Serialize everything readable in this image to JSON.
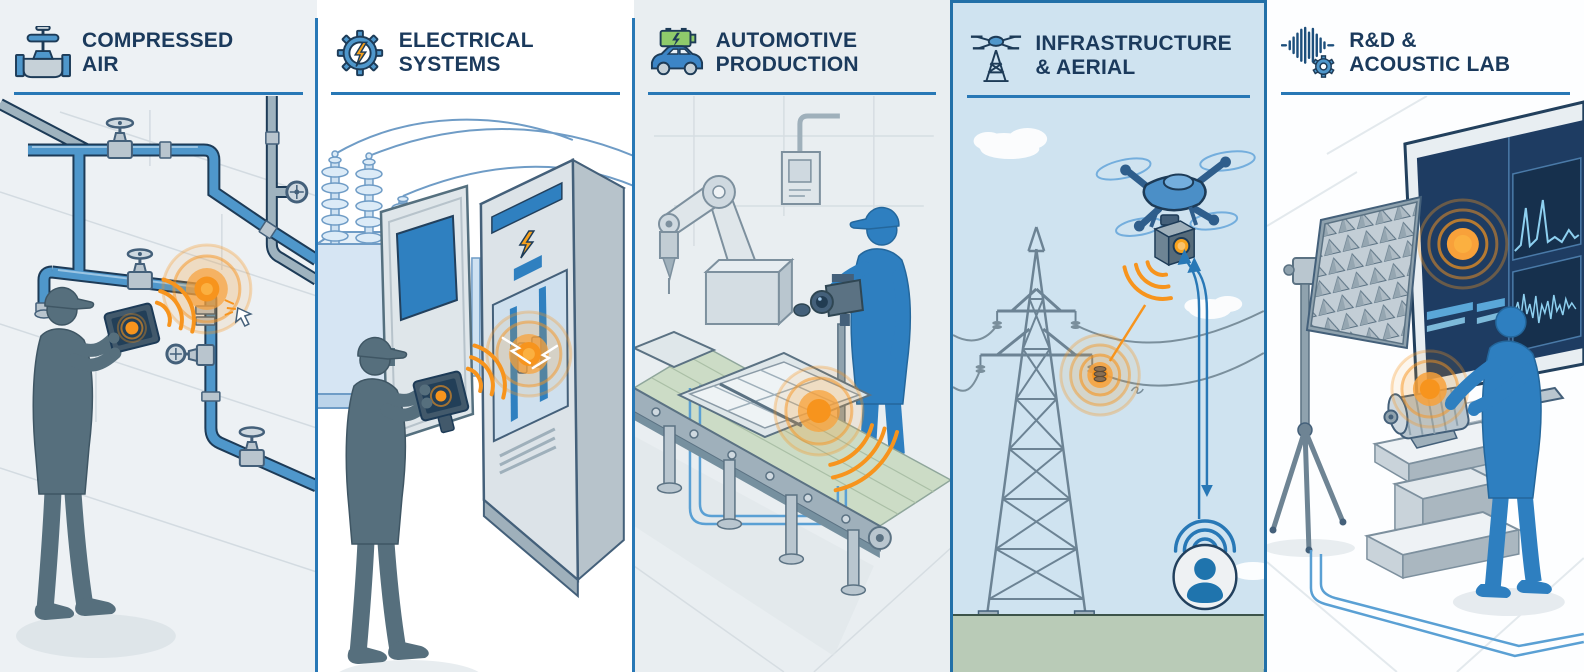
{
  "panels": [
    {
      "id": "compressed-air",
      "icon": "valve-icon",
      "title_line1": "COMPRESSED",
      "title_line2": "AIR",
      "scene_elements": [
        "pipe-network",
        "valves",
        "leak-glow",
        "ultrasound-waves",
        "handheld-acoustic-camera",
        "technician-silhouette"
      ]
    },
    {
      "id": "electrical-systems",
      "icon": "gear-lightning-icon",
      "title_line1": "ELECTRICAL",
      "title_line2": "SYSTEMS",
      "scene_elements": [
        "power-lines",
        "transformer",
        "switchgear-cabinet",
        "partial-discharge-glow",
        "ultrasound-waves",
        "handheld-acoustic-camera",
        "technician-silhouette"
      ]
    },
    {
      "id": "automotive-production",
      "icon": "battery-car-icon",
      "title_line1": "AUTOMOTIVE",
      "title_line2": "PRODUCTION",
      "scene_elements": [
        "robot-arm",
        "control-box",
        "conveyor-belt",
        "ev-battery-pack",
        "leak-glow",
        "ultrasound-waves",
        "fixed-acoustic-camera",
        "worker-silhouette"
      ]
    },
    {
      "id": "infrastructure-aerial",
      "icon": "drone-tower-icon",
      "title_line1": "INFRASTRUCTURE",
      "title_line2": "& AERIAL",
      "scene_elements": [
        "sky",
        "clouds",
        "inspection-drone",
        "acoustic-sensor-pod",
        "transmission-tower",
        "power-lines",
        "corona-discharge-glow",
        "telemetry-arrows",
        "ground-operator-badge"
      ]
    },
    {
      "id": "rd-acoustic-lab",
      "icon": "waveform-gear-icon",
      "title_line1": "R&D &",
      "title_line2": "ACOUSTIC LAB",
      "scene_elements": [
        "microphone-array-panel",
        "tripod",
        "analysis-monitor",
        "acoustic-heatmap",
        "frequency-spectrum",
        "waveform",
        "test-motor",
        "noise-glow",
        "engineer-silhouette",
        "floor-cables"
      ]
    }
  ],
  "colors": {
    "title_text": "#1b3a5c",
    "divider_blue": "#2878b6",
    "panel4_frame": "#2270a8",
    "alert_orange": "#f7941d",
    "pipe_blue": "#4f97cb",
    "silhouette_gray": "#566f7d",
    "silhouette_blue": "#2e7fc0",
    "sky_blue": "#cfe3f0",
    "ground_green": "#b9cbb7",
    "belt_green": "#ccdcc6",
    "screen_navy": "#1e3c62"
  }
}
